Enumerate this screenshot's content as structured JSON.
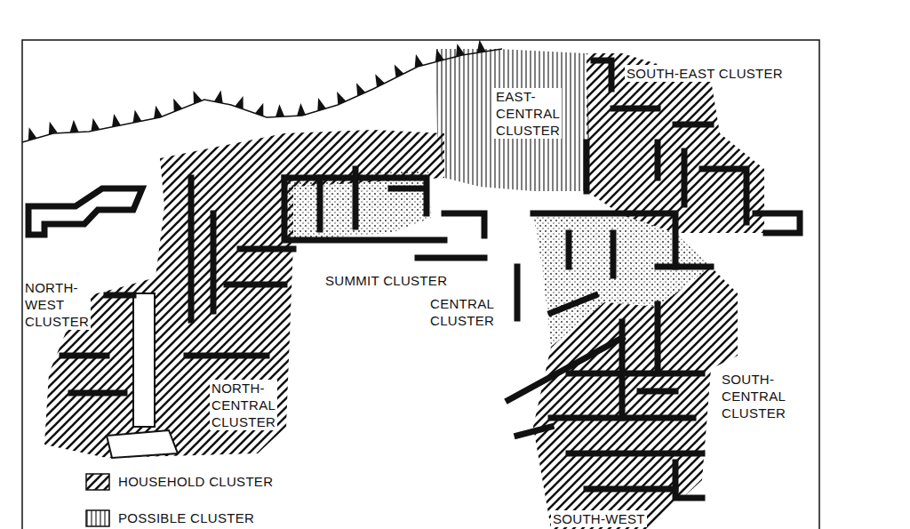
{
  "diagram": {
    "labels": [
      "SOUTH-EAST CLUSTER",
      "EAST-CENTRAL CLUSTER",
      "SUMMIT CLUSTER",
      "NORTH-WEST CLUSTER",
      "CENTRAL CLUSTER",
      "NORTH-CENTRAL CLUSTER",
      "SOUTH-CENTRAL CLUSTER",
      "SOUTH-WEST"
    ],
    "legend": [
      {
        "text": "HOUSEHOLD CLUSTER"
      },
      {
        "text": "POSSIBLE CLUSTER"
      }
    ]
  }
}
